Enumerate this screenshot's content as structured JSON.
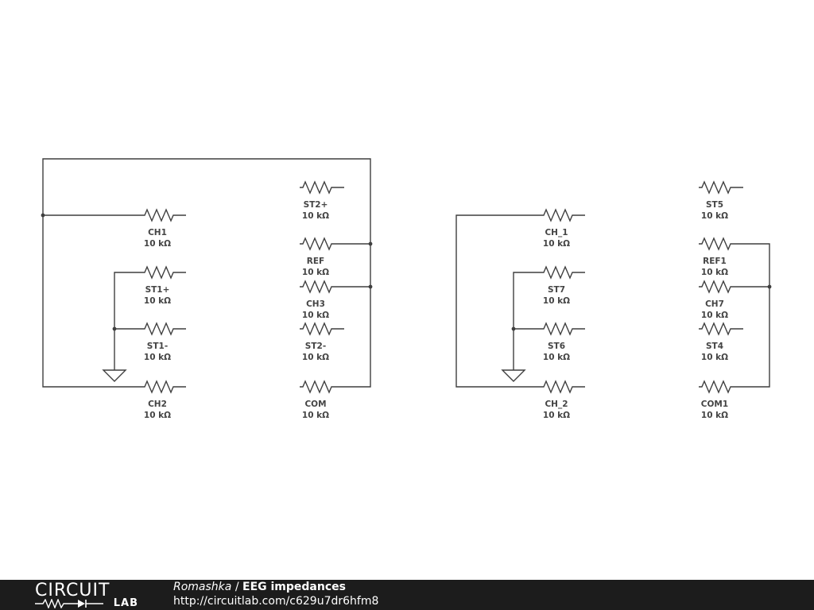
{
  "schematic": {
    "resistors": [
      {
        "id": "r-ch1",
        "name": "CH1",
        "value": "10 kΩ"
      },
      {
        "id": "r-st1p",
        "name": "ST1+",
        "value": "10 kΩ"
      },
      {
        "id": "r-st1m",
        "name": "ST1-",
        "value": "10 kΩ"
      },
      {
        "id": "r-ch2",
        "name": "CH2",
        "value": "10 kΩ"
      },
      {
        "id": "r-st2p",
        "name": "ST2+",
        "value": "10 kΩ"
      },
      {
        "id": "r-ref",
        "name": "REF",
        "value": "10 kΩ"
      },
      {
        "id": "r-ch3",
        "name": "CH3",
        "value": "10 kΩ"
      },
      {
        "id": "r-st2m",
        "name": "ST2-",
        "value": "10 kΩ"
      },
      {
        "id": "r-com",
        "name": "COM",
        "value": "10 kΩ"
      },
      {
        "id": "r-ch_1",
        "name": "CH_1",
        "value": "10 kΩ"
      },
      {
        "id": "r-st7",
        "name": "ST7",
        "value": "10 kΩ"
      },
      {
        "id": "r-st6",
        "name": "ST6",
        "value": "10 kΩ"
      },
      {
        "id": "r-ch_2",
        "name": "CH_2",
        "value": "10 kΩ"
      },
      {
        "id": "r-st5",
        "name": "ST5",
        "value": "10 kΩ"
      },
      {
        "id": "r-ref1",
        "name": "REF1",
        "value": "10 kΩ"
      },
      {
        "id": "r-ch7",
        "name": "CH7",
        "value": "10 kΩ"
      },
      {
        "id": "r-st4",
        "name": "ST4",
        "value": "10 kΩ"
      },
      {
        "id": "r-com1",
        "name": "COM1",
        "value": "10 kΩ"
      }
    ]
  },
  "footer": {
    "logo_top": "CIRCUIT",
    "logo_bottom": "LAB",
    "author": "Romashka",
    "separator": " / ",
    "title": "EEG impedances",
    "url": "http://circuitlab.com/c629u7dr6hfm8"
  }
}
